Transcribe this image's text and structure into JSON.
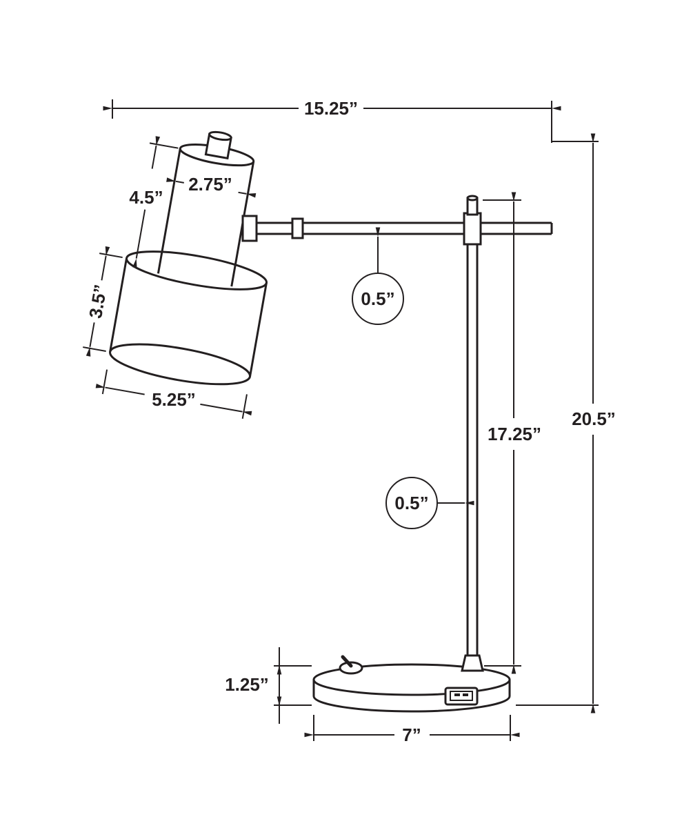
{
  "diagram": {
    "subject": "lamp-technical-dimension-drawing",
    "background_color": "#ffffff",
    "line_color": "#231f20",
    "dimensions": {
      "overall_width": "15.25”",
      "overall_height": "20.5”",
      "pole_height": "17.25”",
      "head_height": "4.5”",
      "head_diameter": "2.75”",
      "shade_height": "3.5”",
      "shade_diameter": "5.25”",
      "arm_diameter": "0.5”",
      "pole_diameter": "0.5”",
      "base_height": "1.25”",
      "base_diameter": "7”"
    }
  }
}
